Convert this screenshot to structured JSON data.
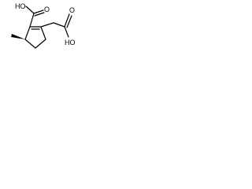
{
  "molecule": {
    "labels": {
      "acid_top": "HO",
      "acid_right": "HO",
      "acid_top_carbonyl": "O",
      "acid_right_carbonyl": "O"
    },
    "stereo": {
      "methyl": "wedge"
    },
    "colors": {
      "bond": "#000000",
      "text": "#000000",
      "background": "#ffffff"
    }
  }
}
